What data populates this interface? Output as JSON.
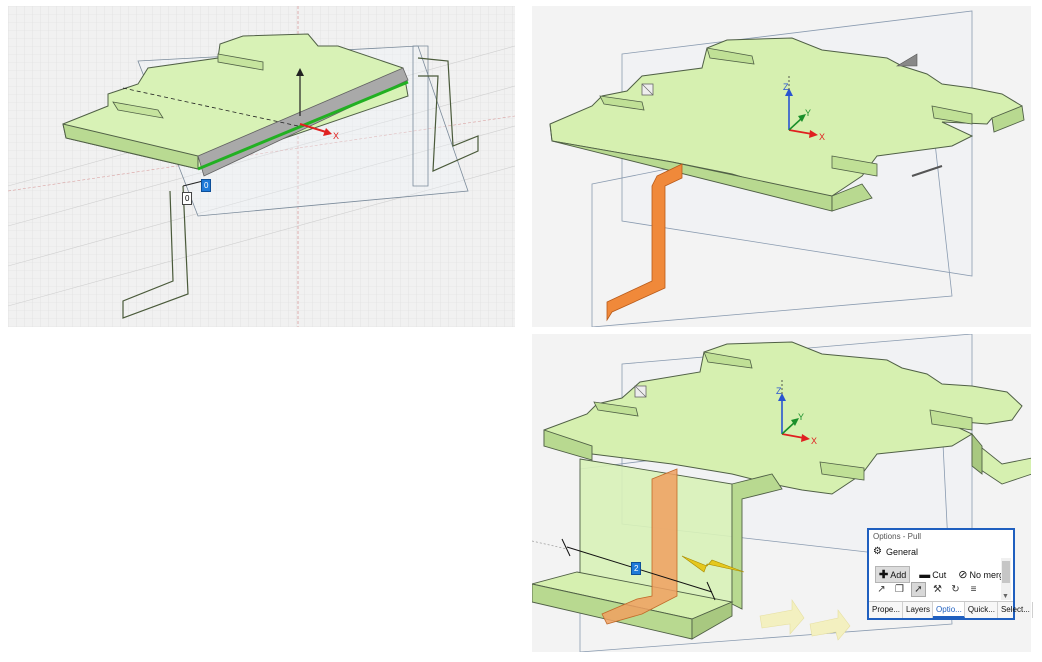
{
  "viewports": {
    "top_left": {
      "axis_x": "X",
      "dim_value": "0",
      "dim_value_active": "0"
    },
    "top_right": {
      "axis_x": "X",
      "axis_y": "Y",
      "axis_z": "Z"
    },
    "bottom_right": {
      "axis_x": "X",
      "axis_y": "Y",
      "axis_z": "Z",
      "dim_value": "2"
    }
  },
  "options_panel": {
    "title": "Options - Pull",
    "section": "General",
    "add_label": "Add",
    "cut_label": "Cut",
    "no_merge_label": "No merge",
    "tabs": [
      "Prope...",
      "Layers",
      "Optio...",
      "Quick...",
      "Select..."
    ]
  },
  "colors": {
    "face_green": "#d6f0b0",
    "edge_dark": "#4a5a3a",
    "highlight_green": "#1aa51a",
    "orange": "#f0893a",
    "panel_border": "#1f5fbf"
  }
}
